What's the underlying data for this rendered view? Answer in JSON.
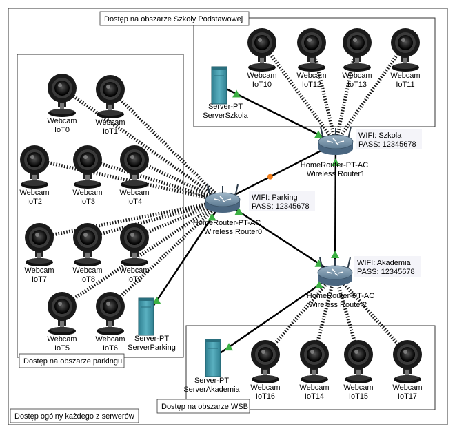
{
  "colors": {
    "wire": "#000000",
    "wireless": "#000000",
    "area_border": "#333333",
    "link_ok": "#3cb043",
    "link_warn": "#f07d1a",
    "camera_body": "#1a1a1a",
    "server_teal": "#4a9eae",
    "router_steel": "#6f8fa8"
  },
  "areas": [
    {
      "id": "outer",
      "label": "Dostęp ogólny każdego z serwerów"
    },
    {
      "id": "szkola",
      "label": "Dostęp na obszarze Szkoły Podstawowej"
    },
    {
      "id": "parking",
      "label": "Dostęp na obszarze parkingu"
    },
    {
      "id": "wsb",
      "label": "Dostęp na obszarze WSB"
    }
  ],
  "routers": [
    {
      "id": "r0",
      "type": "HomeRouter-PT-AC",
      "name": "Wireless Router0",
      "wifi": "WIFI: Parking",
      "pass": "PASS: 12345678"
    },
    {
      "id": "r1",
      "type": "HomeRouter-PT-AC",
      "name": "Wireless Router1",
      "wifi": "WIFI: Szkola",
      "pass": "PASS: 12345678"
    },
    {
      "id": "r2",
      "type": "HomeRouter-PT-AC",
      "name": "Wireless Router2",
      "wifi": "WIFI: Akademia",
      "pass": "PASS: 12345678"
    }
  ],
  "servers": [
    {
      "id": "s_szkola",
      "type": "Server-PT",
      "name": "ServerSzkola"
    },
    {
      "id": "s_parking",
      "type": "Server-PT",
      "name": "ServerParking"
    },
    {
      "id": "s_akademia",
      "type": "Server-PT",
      "name": "ServerAkademia"
    }
  ],
  "cameras": [
    {
      "id": "IoT0",
      "type": "Webcam",
      "name": "IoT0",
      "router": "r0"
    },
    {
      "id": "IoT1",
      "type": "Webcam",
      "name": "IoT1",
      "router": "r0"
    },
    {
      "id": "IoT2",
      "type": "Webcam",
      "name": "IoT2",
      "router": "r0"
    },
    {
      "id": "IoT3",
      "type": "Webcam",
      "name": "IoT3",
      "router": "r0"
    },
    {
      "id": "IoT4",
      "type": "Webcam",
      "name": "IoT4",
      "router": "r0"
    },
    {
      "id": "IoT7",
      "type": "Webcam",
      "name": "IoT7",
      "router": "r0"
    },
    {
      "id": "IoT8",
      "type": "Webcam",
      "name": "IoT8",
      "router": "r0"
    },
    {
      "id": "IoT9",
      "type": "Webcam",
      "name": "IoT9",
      "router": "r0"
    },
    {
      "id": "IoT5",
      "type": "Webcam",
      "name": "IoT5",
      "router": "r0"
    },
    {
      "id": "IoT6",
      "type": "Webcam",
      "name": "IoT6",
      "router": "r0"
    },
    {
      "id": "IoT10",
      "type": "Webcam",
      "name": "IoT10",
      "router": "r1"
    },
    {
      "id": "IoT12",
      "type": "Webcam",
      "name": "IoT12",
      "router": "r1"
    },
    {
      "id": "IoT13",
      "type": "Webcam",
      "name": "IoT13",
      "router": "r1"
    },
    {
      "id": "IoT11",
      "type": "Webcam",
      "name": "IoT11",
      "router": "r1"
    },
    {
      "id": "IoT16",
      "type": "Webcam",
      "name": "IoT16",
      "router": "r2"
    },
    {
      "id": "IoT14",
      "type": "Webcam",
      "name": "IoT14",
      "router": "r2"
    },
    {
      "id": "IoT15",
      "type": "Webcam",
      "name": "IoT15",
      "router": "r2"
    },
    {
      "id": "IoT17",
      "type": "Webcam",
      "name": "IoT17",
      "router": "r2"
    }
  ],
  "links": [
    {
      "from": "r0",
      "to": "r1",
      "status": "warn"
    },
    {
      "from": "r0",
      "to": "r2",
      "status": "ok"
    },
    {
      "from": "r2",
      "to": "r1",
      "status": "ok"
    },
    {
      "from": "s_szkola",
      "to": "r1",
      "status": "ok"
    },
    {
      "from": "s_parking",
      "to": "r0",
      "status": "ok"
    },
    {
      "from": "s_akademia",
      "to": "r2",
      "status": "ok"
    }
  ]
}
